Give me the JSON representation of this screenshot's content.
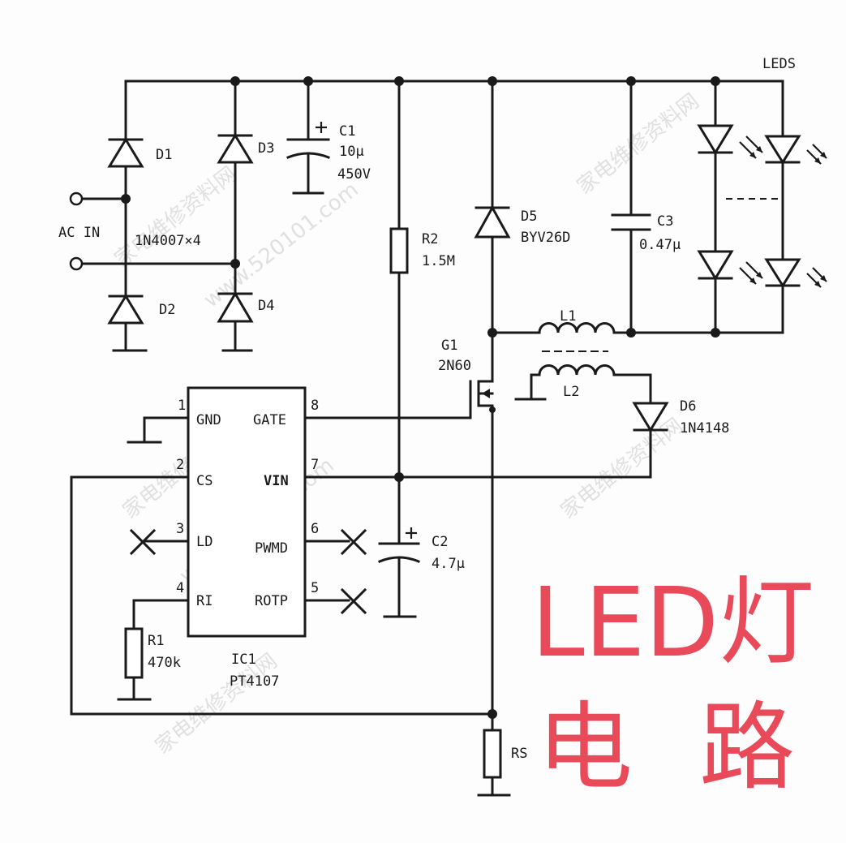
{
  "labels": {
    "leds": "LEDS",
    "d1": "D1",
    "d2": "D2",
    "d3": "D3",
    "d4": "D4",
    "bridge_note": "1N4007×4",
    "ac_in": "AC IN",
    "c1_name": "C1",
    "c1_value": "10μ",
    "c1_voltage": "450V",
    "r2_name": "R2",
    "r2_value": "1.5M",
    "d5_name": "D5",
    "d5_part": "BYV26D",
    "c3_name": "C3",
    "c3_value": "0.47μ",
    "l1": "L1",
    "l2": "L2",
    "g1_name": "G1",
    "g1_part": "2N60",
    "d6_name": "D6",
    "d6_part": "1N4148",
    "c2_name": "C2",
    "c2_value": "4.7μ",
    "r1_name": "R1",
    "r1_value": "470k",
    "ic_name": "IC1",
    "ic_part": "PT4107",
    "rs": "RS"
  },
  "ic_pins": [
    {
      "num": "1",
      "name": "GND"
    },
    {
      "num": "2",
      "name": "CS"
    },
    {
      "num": "3",
      "name": "LD"
    },
    {
      "num": "4",
      "name": "RI"
    },
    {
      "num": "8",
      "name": "GATE"
    },
    {
      "num": "7",
      "name": "VIN"
    },
    {
      "num": "6",
      "name": "PWMD"
    },
    {
      "num": "5",
      "name": "ROTP"
    }
  ],
  "overlay": {
    "line1": "LED灯",
    "line2_a": "电",
    "line2_b": "路"
  },
  "watermarks": [
    "家电维修资料网",
    "www.520101.com"
  ],
  "colors": {
    "overlay_text": "#e84a5a",
    "wire": "#1a1a1a"
  }
}
